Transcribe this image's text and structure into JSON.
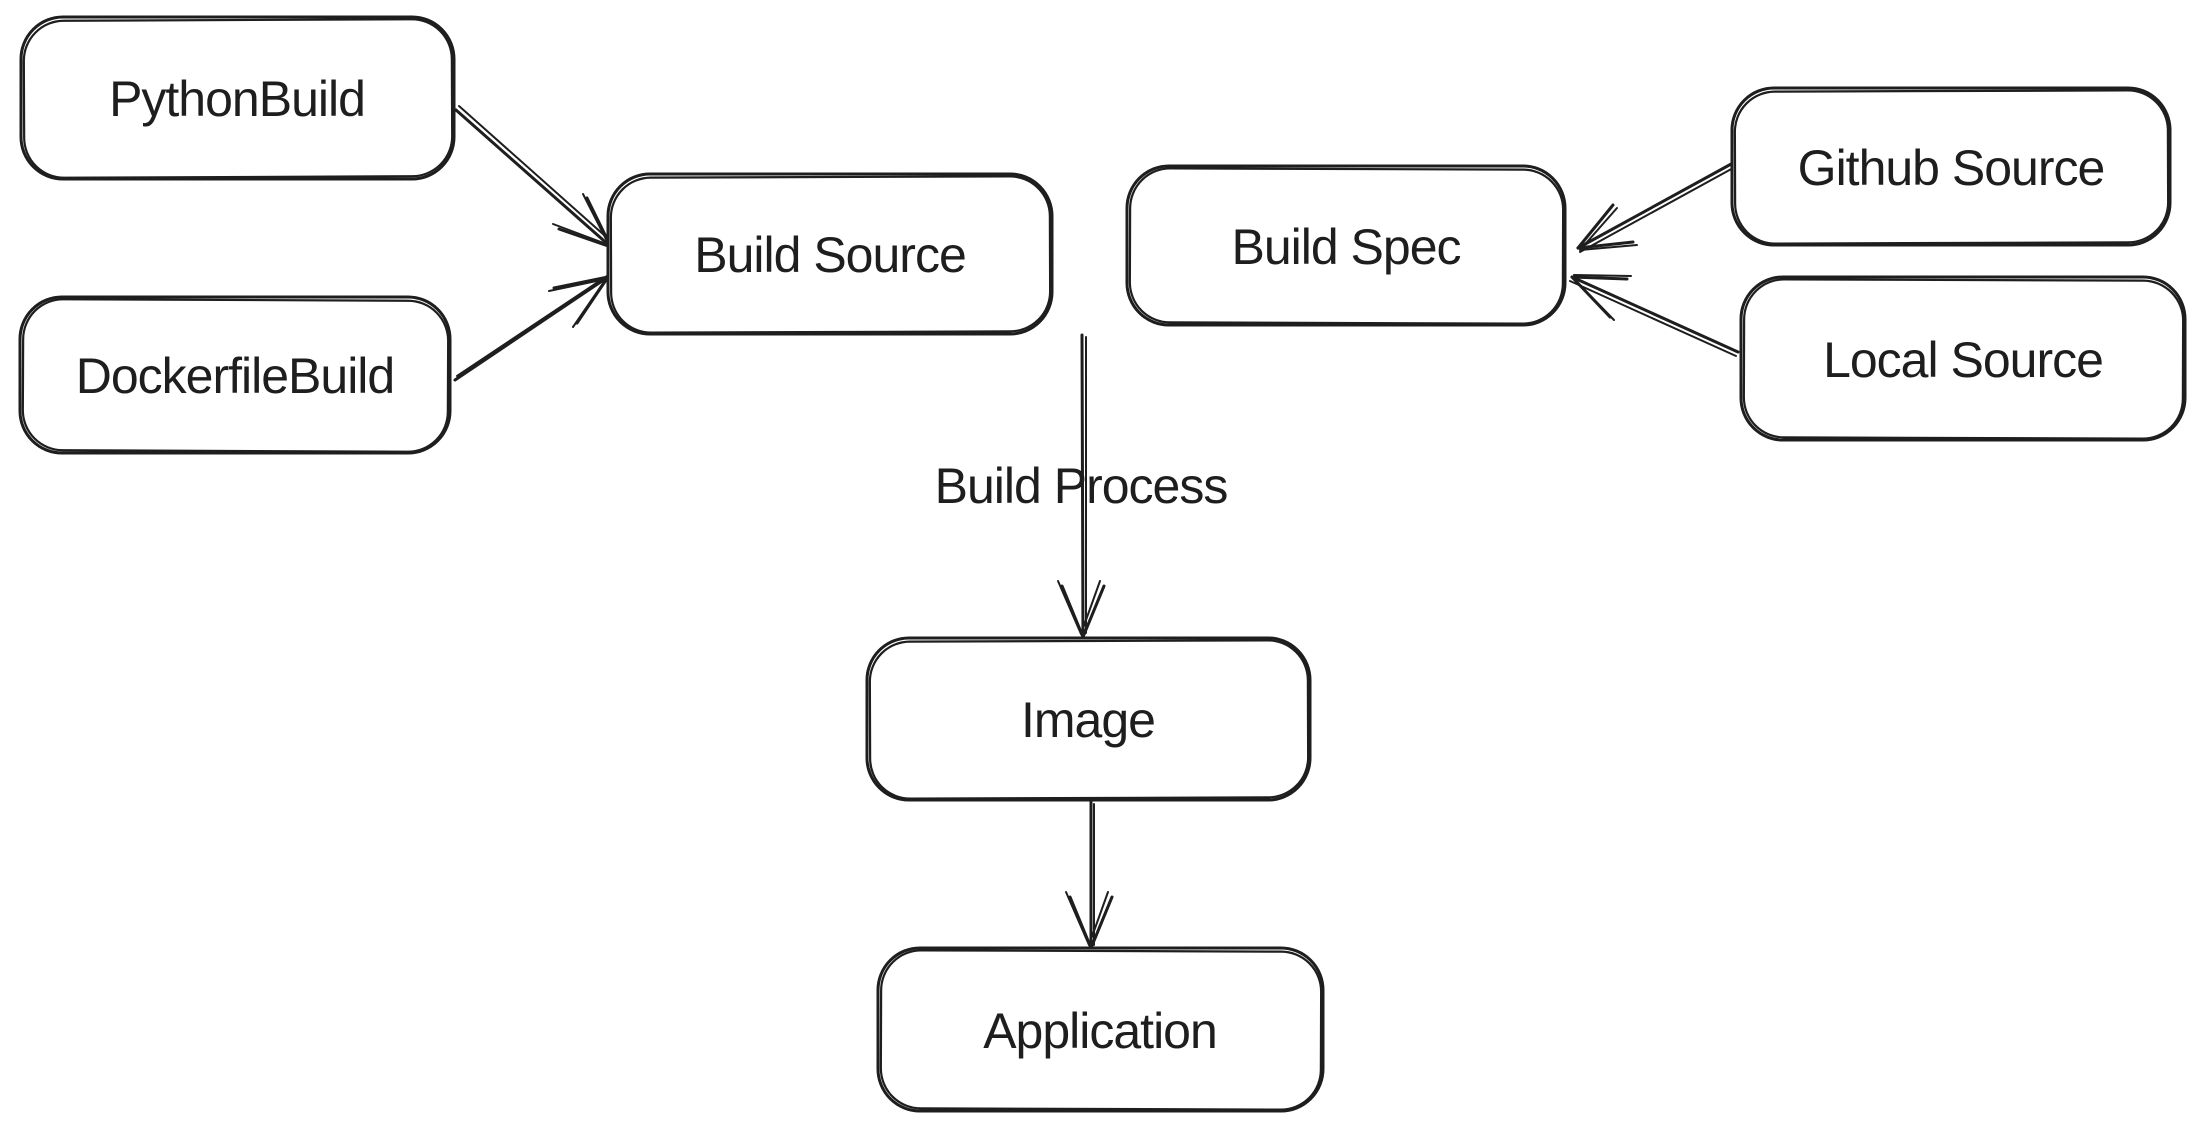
{
  "diagram": {
    "type": "flowchart",
    "colors": {
      "stroke": "#1e1e1e",
      "background": "#ffffff"
    },
    "nodes": [
      {
        "id": "python-build",
        "label": "PythonBuild"
      },
      {
        "id": "dockerfile-build",
        "label": "DockerfileBuild"
      },
      {
        "id": "build-source",
        "label": "Build Source"
      },
      {
        "id": "build-spec",
        "label": "Build Spec"
      },
      {
        "id": "github-source",
        "label": "Github Source"
      },
      {
        "id": "local-source",
        "label": "Local Source"
      },
      {
        "id": "image",
        "label": "Image"
      },
      {
        "id": "application",
        "label": "Application"
      }
    ],
    "edges": [
      {
        "from": "python-build",
        "to": "build-source",
        "label": ""
      },
      {
        "from": "dockerfile-build",
        "to": "build-source",
        "label": ""
      },
      {
        "from": "github-source",
        "to": "build-spec",
        "label": ""
      },
      {
        "from": "local-source",
        "to": "build-spec",
        "label": ""
      },
      {
        "from": "build-source",
        "to": "image",
        "label": "Build Process"
      },
      {
        "from": "image",
        "to": "application",
        "label": ""
      }
    ]
  }
}
